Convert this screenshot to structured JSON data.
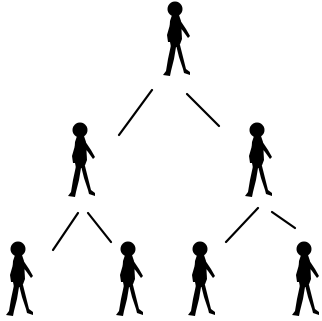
{
  "diagram": {
    "type": "binary-tree",
    "node_figure": "walking-person-silhouette-icon",
    "colors": {
      "figure": "#000000",
      "edge": "#000000",
      "background": "#ffffff"
    },
    "nodes": [
      {
        "id": "root",
        "level": 0
      },
      {
        "id": "left-child",
        "level": 1,
        "parent": "root"
      },
      {
        "id": "right-child",
        "level": 1,
        "parent": "root"
      },
      {
        "id": "left-left-grandchild",
        "level": 2,
        "parent": "left-child"
      },
      {
        "id": "left-right-grandchild",
        "level": 2,
        "parent": "left-child"
      },
      {
        "id": "right-left-grandchild",
        "level": 2,
        "parent": "right-child"
      },
      {
        "id": "right-right-grandchild",
        "level": 2,
        "parent": "right-child"
      }
    ]
  }
}
